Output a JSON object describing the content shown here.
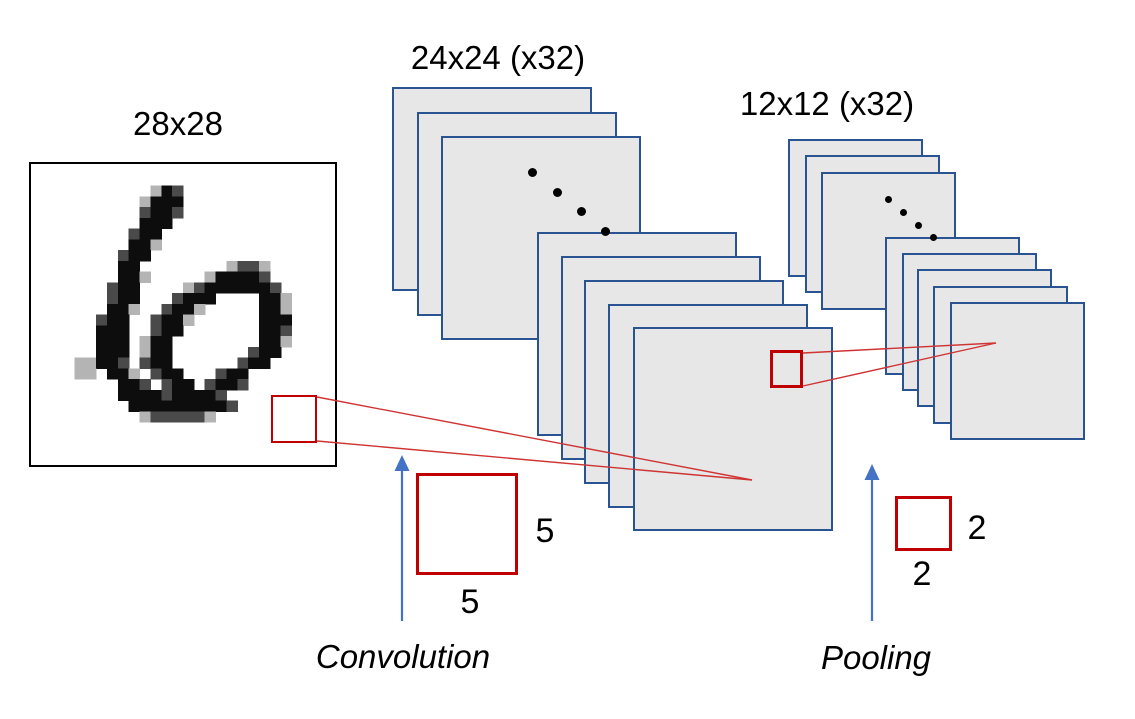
{
  "diagram": {
    "input": {
      "label": "28x28",
      "depicts": "handwritten digit 6",
      "pixel_palette": {
        "#": "#0d0d0d",
        "+": "#4a4a4a",
        "-": "#b4b4b4"
      },
      "pixel_rows": [
        "............................",
        "............................",
        "...........-#+.............",
        "..........-###..............",
        "..........+##+..............",
        "..........###...............",
        ".........+##................",
        ".........##-................",
        "........+##.................",
        "........##........-++-......",
        "........##-.....-####+......",
        ".......+##....-+######+.....",
        ".......+##...+###....##-....",
        ".......##-..+##-.....##-....",
        "......+##..+##-......###....",
        "......###..+##.......##+....",
        "......###.-##........##-....",
        "......###.-##.......+##.....",
        "....--##+.+##......+##......",
        "....--.##-.+##...+##........",
        "........##+.+##.+##+........",
        "........####+####+..........",
        ".........#########+.........",
        "..........-+++++-...........",
        "............................",
        "............................",
        "............................",
        "............................"
      ]
    },
    "conv_layer": {
      "label": "24x24 (x32)",
      "maps_shown": 8,
      "total_maps": 32,
      "ellipsis_dots": 4
    },
    "pool_layer": {
      "label": "12x12 (x32)",
      "maps_shown": 8,
      "total_maps": 32,
      "ellipsis_dots": 4
    },
    "conv_op": {
      "label": "Convolution",
      "kernel_size_right": "5",
      "kernel_size_bottom": "5"
    },
    "pool_op": {
      "label": "Pooling",
      "kernel_size_right": "2",
      "kernel_size_bottom": "2"
    },
    "colors": {
      "map_fill": "#e7e7e7",
      "map_border": "#2a5391",
      "kernel_red": "#c00000",
      "line_red": "#cf3434",
      "arrow_blue": "#4472c4",
      "input_border": "#000000",
      "text": "#000000"
    }
  }
}
